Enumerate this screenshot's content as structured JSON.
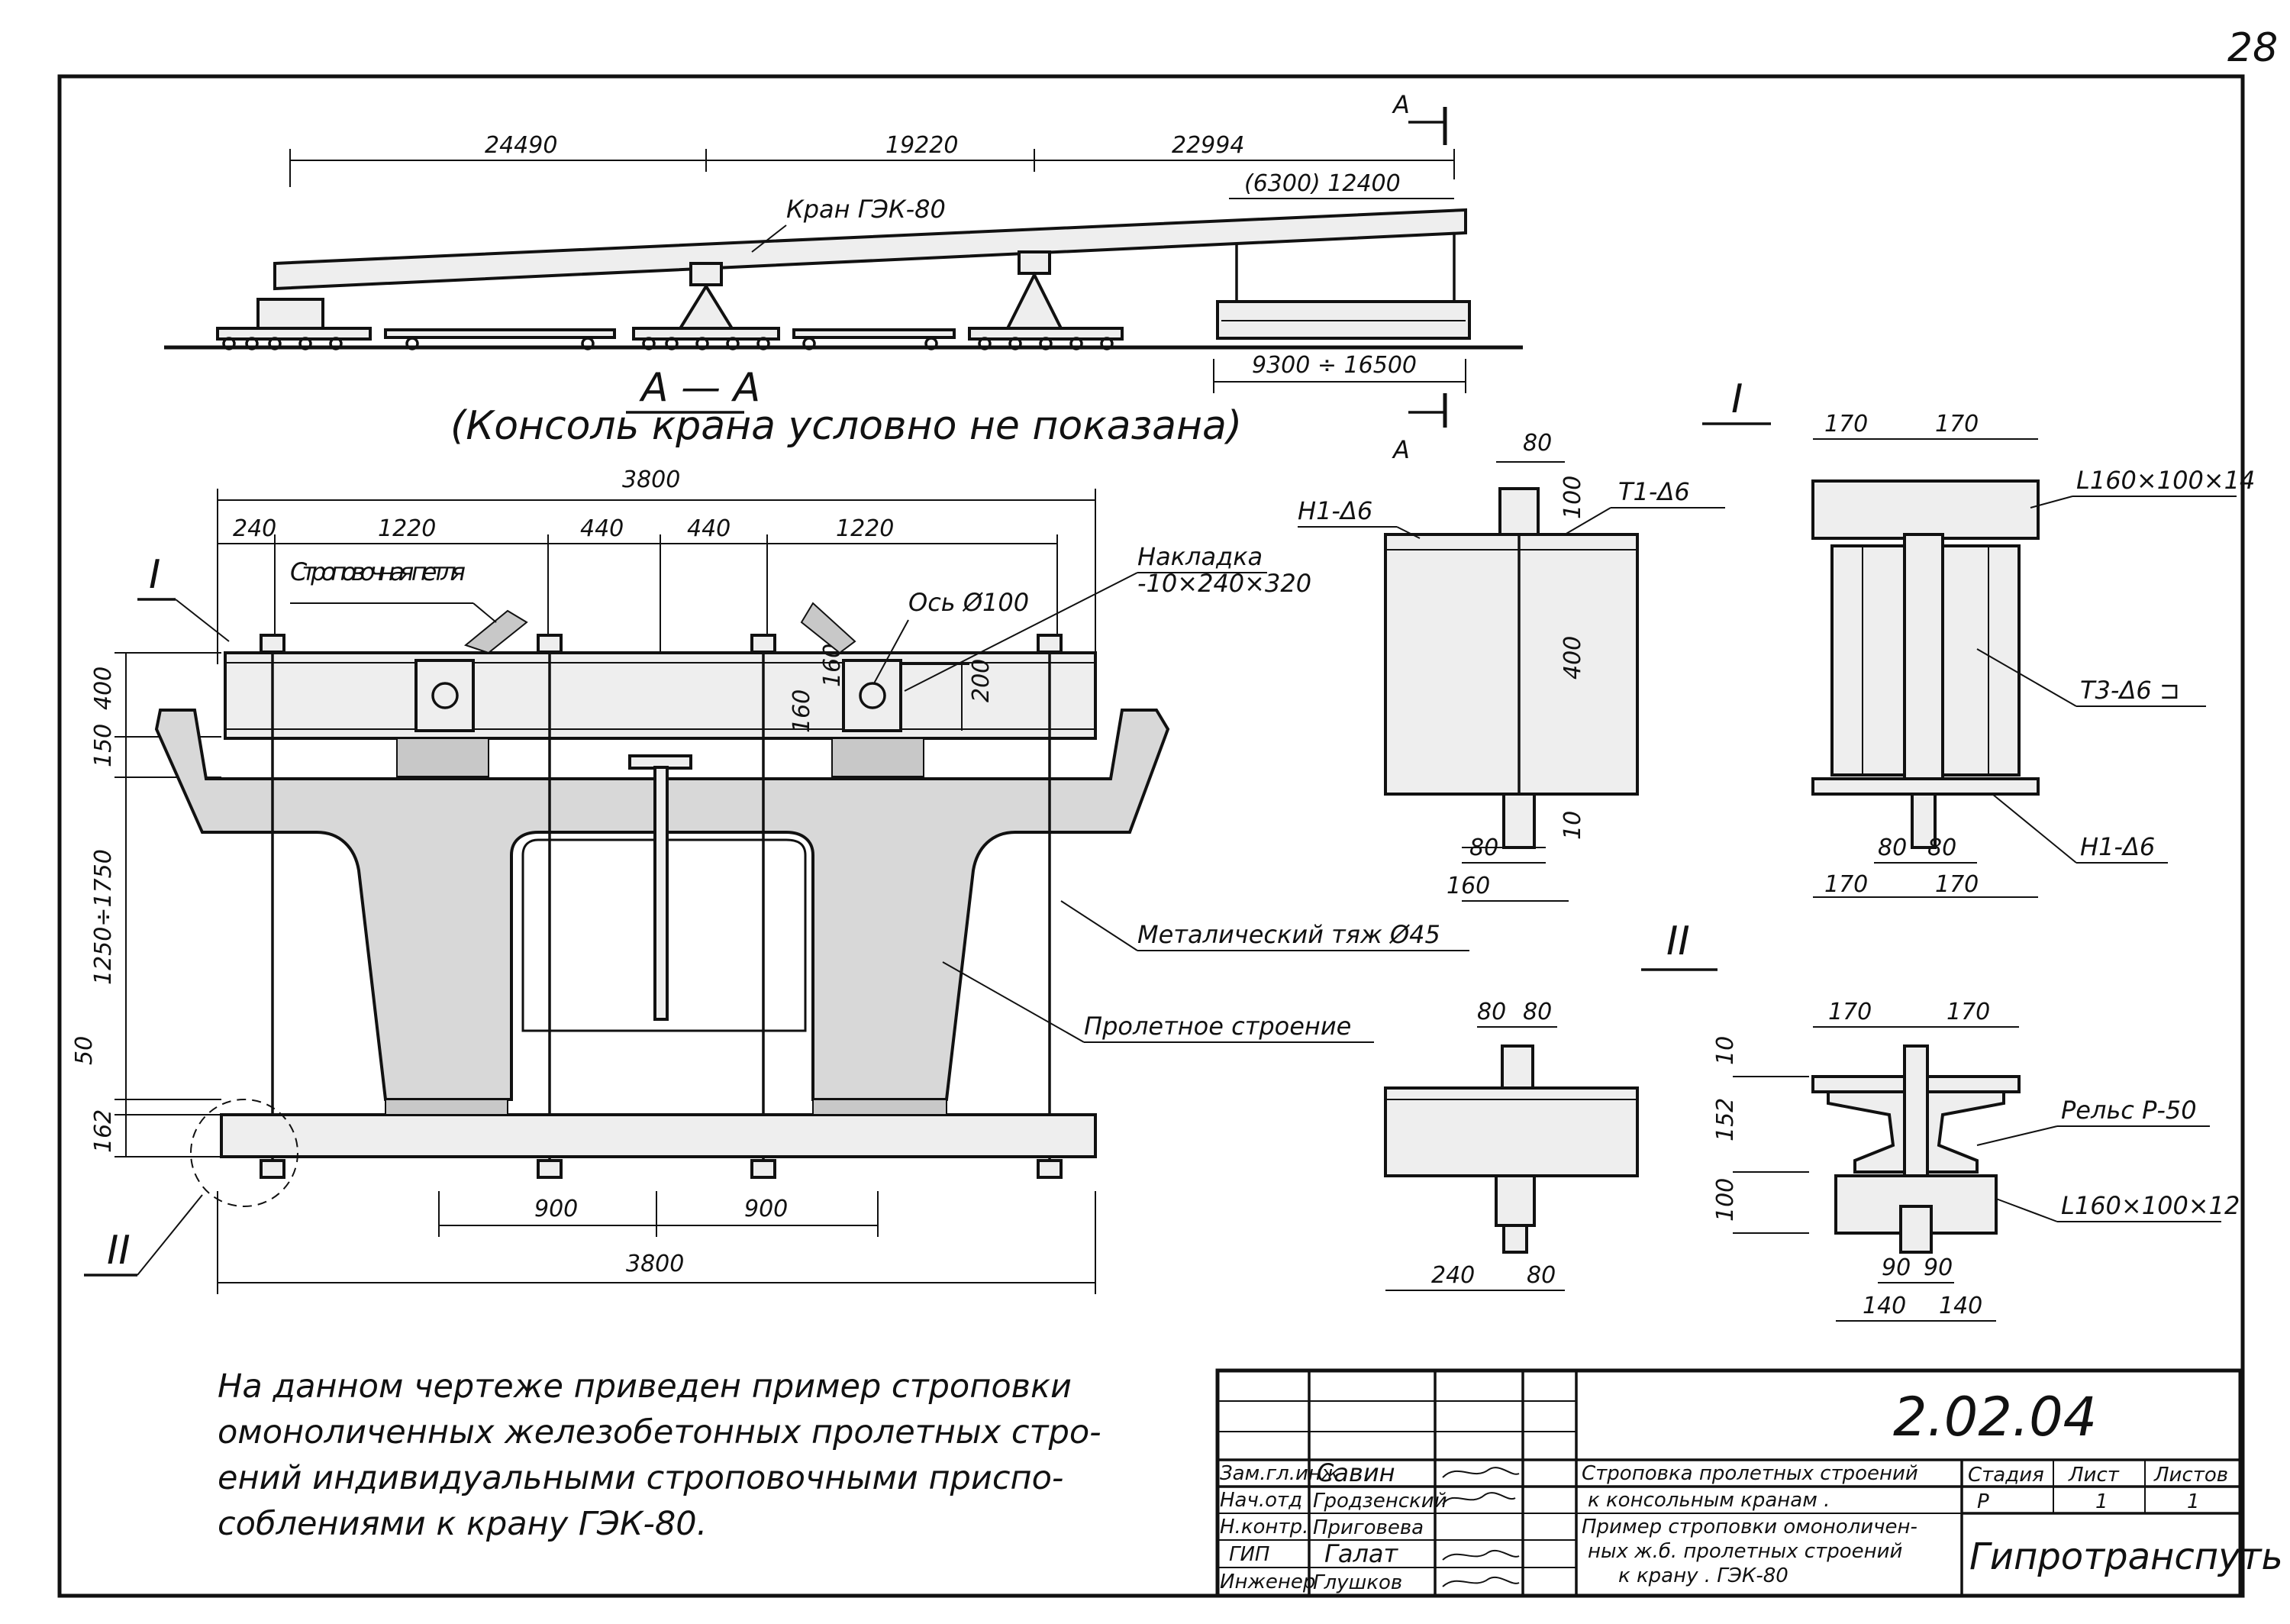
{
  "sheet_number": "28",
  "elevation": {
    "dims": [
      "24490",
      "19220",
      "22994",
      "(6300) 12400"
    ],
    "crane_label": "Кран ГЭК-80",
    "span_dim": "9300 ÷ 16500",
    "section_mark": "А"
  },
  "section_aa": {
    "title": "А — А",
    "subtitle": "(Консоль крана условно не показана)",
    "dims_top": [
      "3800",
      "240",
      "1220",
      "440",
      "440",
      "1220"
    ],
    "dims_left": [
      "400",
      "150",
      "1250÷1750",
      "50",
      "162"
    ],
    "dims_bottom": [
      "900",
      "900",
      "3800"
    ],
    "dim_160": "160",
    "dim_200": "200",
    "callout_I": "I",
    "callout_II": "II",
    "labels": {
      "loop": "Строповочная петля",
      "axle": "Ось Ø100",
      "plate_title": "Накладка",
      "plate_size": "-10×240×320",
      "rod": "Металический тяж Ø45",
      "span": "Пролетное строение"
    }
  },
  "detail_I": {
    "title": "I",
    "dims": [
      "80",
      "100",
      "400",
      "10",
      "80",
      "160"
    ],
    "labels": [
      "Н1-Δ6",
      "Т1-Δ6"
    ],
    "side_dims": [
      "170",
      "170",
      "80",
      "80",
      "170",
      "170"
    ],
    "side_labels": [
      "L160×100×14",
      "Т3-Δ6 ⊐",
      "Н1-Δ6"
    ]
  },
  "detail_II": {
    "title": "II",
    "dims": [
      "80",
      "80",
      "240",
      "80"
    ],
    "side_dims": [
      "170",
      "170",
      "10",
      "152",
      "100",
      "90",
      "90",
      "140",
      "140"
    ],
    "side_labels": [
      "Рельс Р-50",
      "L160×100×12"
    ]
  },
  "note": [
    "На данном чертеже приведен пример строповки",
    "омоноличенных железобетонных пролетных стро-",
    "ений индивидуальными строповочными приспо-",
    "соблениями к крану ГЭК-80."
  ],
  "title_block": {
    "doc_number": "2.02.04",
    "roles": [
      "Зам.гл.инж",
      "Нач.отд",
      "Н.контр.",
      "ГИП",
      "Инженер"
    ],
    "names": [
      "Савин",
      "Гродзенский",
      "Приговева",
      "Галат",
      "Глушков"
    ],
    "title_lines": [
      "Строповка пролетных строений",
      "к консольным кранам ."
    ],
    "subtitle_lines": [
      "Пример строповки омоноличен-",
      "ных ж.б. пролетных строений",
      "к крану . ГЭК-80"
    ],
    "col_headers": [
      "Стадия",
      "Лист",
      "Листов"
    ],
    "col_values": [
      "Р",
      "1",
      "1"
    ],
    "organization": "Гипротранспуть"
  }
}
